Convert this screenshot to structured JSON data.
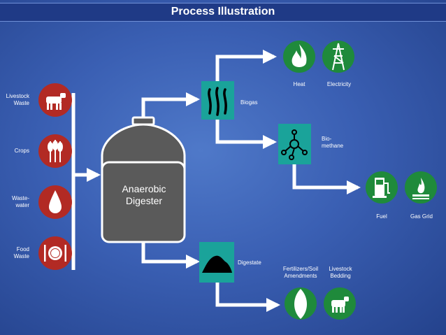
{
  "title": "Process Illustration",
  "inputs": [
    {
      "label": "Livestock\nWaste",
      "icon": "cow-icon"
    },
    {
      "label": "Crops",
      "icon": "wheat-icon"
    },
    {
      "label": "Waste-\nwater",
      "icon": "water-drop-icon"
    },
    {
      "label": "Food\nWaste",
      "icon": "plate-cutlery-icon"
    }
  ],
  "digester": {
    "label": "Anaerobic\nDigester"
  },
  "intermediates": {
    "biogas": {
      "label": "Biogas",
      "icon": "biogas-flame-icon"
    },
    "biomethane": {
      "label": "Bio-\nmethane",
      "icon": "methane-molecule-icon"
    },
    "digestate": {
      "label": "Digestate",
      "icon": "digestate-pile-icon"
    }
  },
  "outputs": {
    "heat": {
      "label": "Heat",
      "icon": "flame-icon"
    },
    "electricity": {
      "label": "Electricity",
      "icon": "power-tower-icon"
    },
    "fuel": {
      "label": "Fuel",
      "icon": "fuel-pump-icon"
    },
    "gas_grid": {
      "label": "Gas Grid",
      "icon": "gas-burner-icon"
    },
    "fertilizers": {
      "label": "Fertilizers/Soil\nAmendments",
      "icon": "leaf-icon"
    },
    "bedding": {
      "label": "Livestock\nBedding",
      "icon": "cow-icon"
    }
  },
  "colors": {
    "input_circle": "#b22a24",
    "output_circle": "#1f8a3b",
    "intermediate_box": "#1aa39a",
    "digester": "#5a5a5a",
    "arrow": "#ffffff",
    "title_bar": "#1f3a86"
  }
}
